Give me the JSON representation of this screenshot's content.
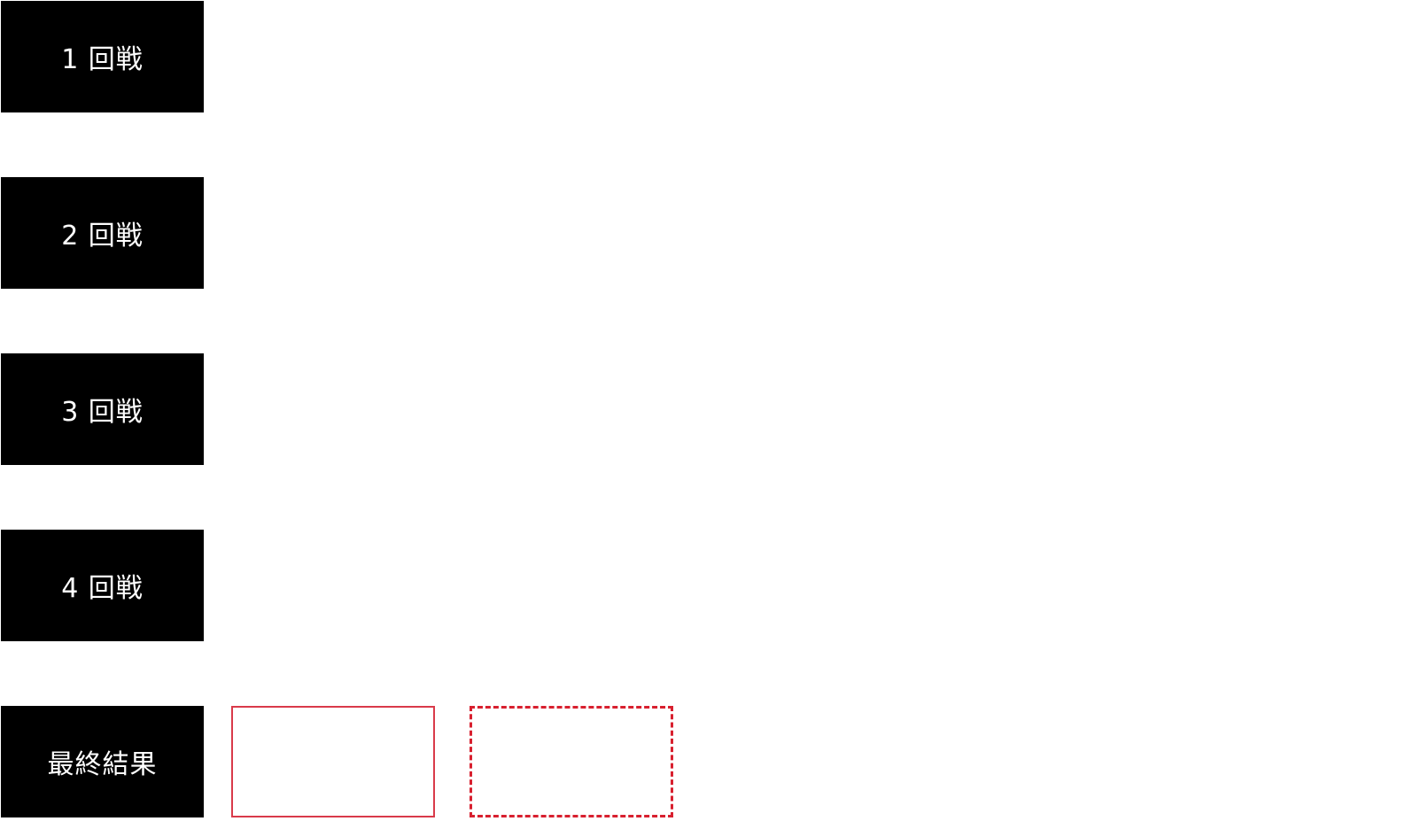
{
  "rounds": [
    {
      "label": "1 回戦"
    },
    {
      "label": "2 回戦"
    },
    {
      "label": "3 回戦"
    },
    {
      "label": "4 回戦"
    }
  ],
  "final": {
    "label": "最終結果"
  },
  "colors": {
    "label_bg": "#000000",
    "label_text": "#ffffff",
    "slot_solid_border": "#d93a4a",
    "slot_dashed_border": "#d8202f"
  }
}
